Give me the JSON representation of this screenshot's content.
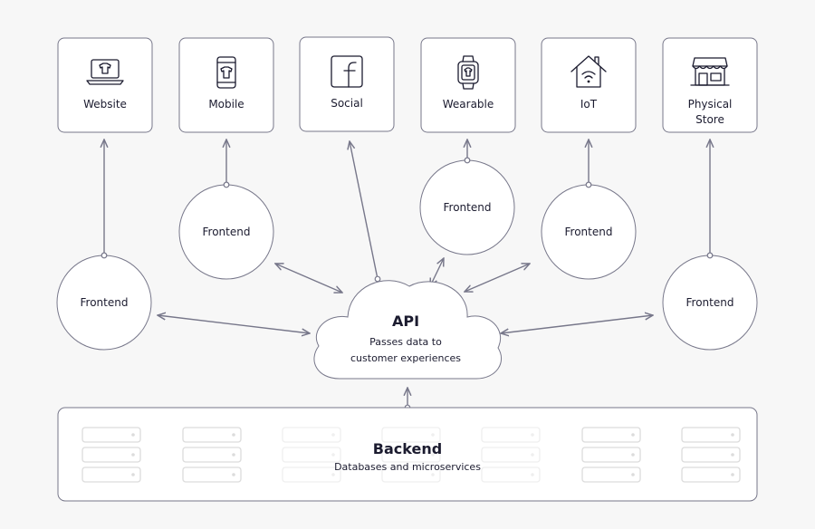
{
  "channels": [
    {
      "id": "website",
      "label_lines": [
        "Website"
      ],
      "icon": "laptop-icon"
    },
    {
      "id": "mobile",
      "label_lines": [
        "Mobile"
      ],
      "icon": "smartphone-icon"
    },
    {
      "id": "social",
      "label_lines": [
        "Social"
      ],
      "icon": "facebook-icon"
    },
    {
      "id": "wearable",
      "label_lines": [
        "Wearable"
      ],
      "icon": "smartwatch-icon"
    },
    {
      "id": "iot",
      "label_lines": [
        "IoT"
      ],
      "icon": "smart-home-icon"
    },
    {
      "id": "physical-store",
      "label_lines": [
        "Physical",
        "Store"
      ],
      "icon": "storefront-icon"
    }
  ],
  "frontends": [
    {
      "id": "website",
      "label": "Frontend"
    },
    {
      "id": "mobile",
      "label": "Frontend"
    },
    {
      "id": "wearable",
      "label": "Frontend"
    },
    {
      "id": "iot",
      "label": "Frontend"
    },
    {
      "id": "physical-store",
      "label": "Frontend"
    }
  ],
  "api": {
    "title": "API",
    "subtitle_lines": [
      "Passes data to",
      "customer experiences"
    ]
  },
  "backend": {
    "title": "Backend",
    "subtitle": "Databases and microservices",
    "icon": "server-rack-icon"
  },
  "colors": {
    "stroke": "#77778a",
    "fill": "#ffffff",
    "background": "#f7f7f7",
    "text": "#1b1b2f",
    "server": "#dcdcdc"
  }
}
